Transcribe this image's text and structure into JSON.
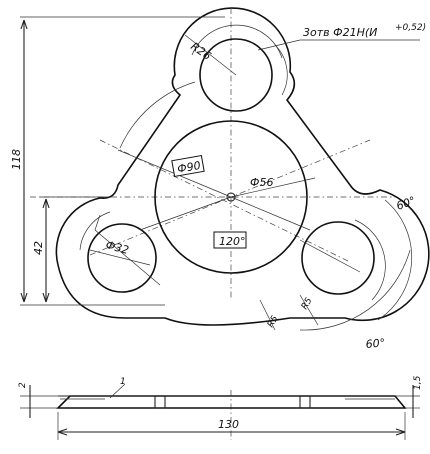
{
  "drawing": {
    "labels": {
      "hole_note": "3отв  Ф21Н(И",
      "hole_tolerance": "+0,52)",
      "r26": "R26",
      "r90": "Ф90",
      "d56": "Ф56",
      "d32": "Ф32",
      "angle_120": "120°",
      "angle_60_right": "60°",
      "angle_60_bottom": "60°",
      "r5_a": "R5",
      "r5_b": "R5",
      "height_118": "118",
      "height_42": "42",
      "thick_2": "2",
      "thick_15": "1,5",
      "width_130": "130",
      "small_mark": "1"
    },
    "colors": {
      "ink": "#222222",
      "paper": "#ffffff"
    }
  }
}
